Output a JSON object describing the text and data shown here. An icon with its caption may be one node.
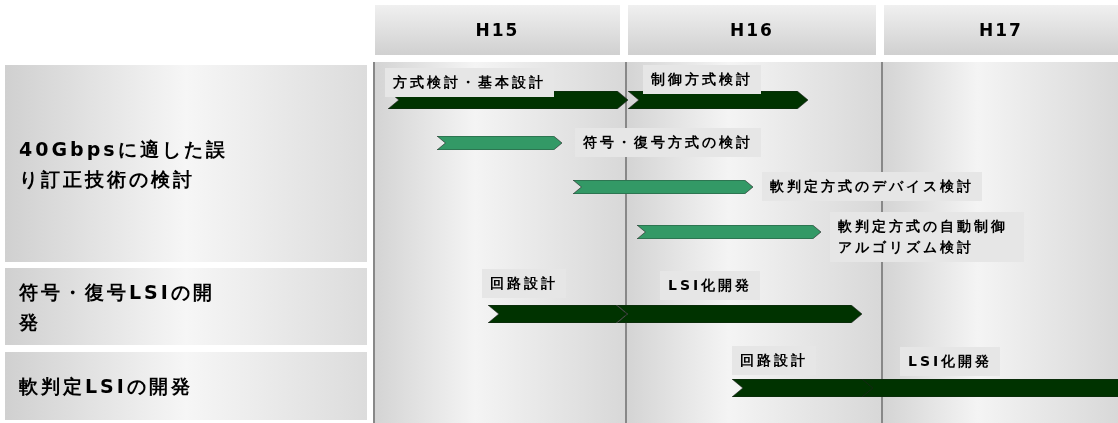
{
  "diagram": {
    "nodes": [
      {
        "text": [
          "H15"
        ]
      },
      {
        "text": [
          "H16"
        ]
      },
      {
        "text": [
          "H17"
        ]
      },
      {
        "text": [
          "40Gbpsに適した誤り訂正技術の検討"
        ]
      },
      {
        "text": [
          "符号・復号LSIの開発"
        ]
      },
      {
        "text": [
          "軟判定LSIの開発"
        ]
      },
      {
        "text": [],
        "shape": "bar",
        "beside": [
          "方式検討・基本設計"
        ]
      },
      {
        "text": [],
        "shape": "bar",
        "beside": [
          "制御方式検討"
        ]
      },
      {
        "text": [],
        "shape": "bar",
        "beside": [
          "符号・復号方式の検討"
        ]
      },
      {
        "text": [],
        "shape": "bar",
        "beside": [
          "軟判定方式のデバイス検討"
        ]
      },
      {
        "text": [],
        "shape": "bar",
        "beside": [
          "軟判定方式の自動制御アルゴリズム検討"
        ]
      },
      {
        "text": [],
        "shape": "bar",
        "beside": [
          "回路設計"
        ]
      },
      {
        "text": [],
        "shape": "bar",
        "beside": [
          "LSI化開発"
        ]
      },
      {
        "text": [],
        "shape": "bar",
        "beside": [
          "回路設計"
        ]
      },
      {
        "text": [],
        "shape": "bar",
        "beside": [
          "LSI化開発"
        ]
      }
    ],
    "edges": []
  }
}
